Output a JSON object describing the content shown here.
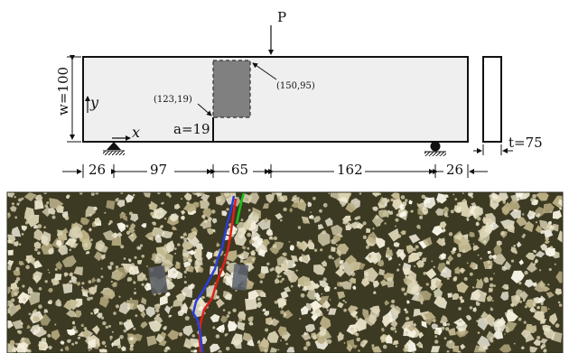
{
  "diagram": {
    "load_label": "P",
    "height_label": "w=100",
    "y_axis_label": "y",
    "x_axis_label": "x",
    "notch_label": "a=19",
    "notch_tip_coord": "(123,19)",
    "box_corner_coord": "(150,95)",
    "thickness_label": "t=75",
    "dimensions": [
      "26",
      "97",
      "65",
      "162",
      "26"
    ]
  },
  "photo": {
    "crack_paths": [
      {
        "color": "#e0201a"
      },
      {
        "color": "#2a3fd8"
      },
      {
        "color": "#19c21f"
      }
    ]
  }
}
